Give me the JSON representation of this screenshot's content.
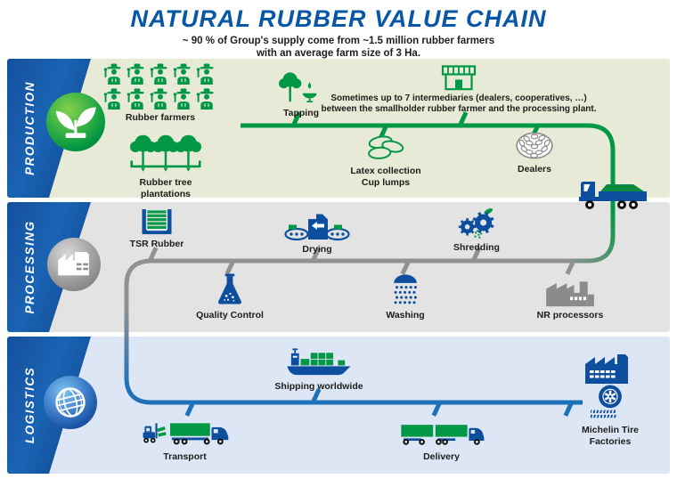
{
  "header": {
    "title": "NATURAL RUBBER VALUE CHAIN",
    "subtitle_line1": "~ 90 % of Group's supply come from ~1.5 million rubber farmers",
    "subtitle_line2": "with an average farm size of 3 Ha."
  },
  "bands": {
    "production": {
      "label": "PRODUCTION"
    },
    "processing": {
      "label": "PROCESSING"
    },
    "logistics": {
      "label": "LOGISTICS"
    }
  },
  "production": {
    "rubber_farmers": "Rubber farmers",
    "plantations_line1": "Rubber tree",
    "plantations_line2": "plantations",
    "tapping": "Tapping",
    "intermediaries_pre": "Sometimes up to ",
    "intermediaries_bold": "7 intermediaries",
    "intermediaries_post": " (dealers, cooperatives, …)",
    "intermediaries_line2": "between the smallholder rubber farmer and the processing plant.",
    "latex_line1": "Latex collection",
    "latex_line2": "Cup lumps",
    "dealers": "Dealers"
  },
  "processing": {
    "tsr": "TSR Rubber",
    "drying": "Drying",
    "shredding": "Shredding",
    "quality": "Quality Control",
    "washing": "Washing",
    "nr": "NR processors"
  },
  "logistics": {
    "shipping": "Shipping worldwide",
    "transport": "Transport",
    "delivery": "Delivery",
    "michelin_line1": "Michelin Tire",
    "michelin_line2": "Factories"
  },
  "icons": {
    "production_sphere": "plant-sprout",
    "processing_sphere": "factory",
    "logistics_sphere": "globe",
    "rubber_farmers": "farmer-pictogram-grid",
    "plantations": "tree-row",
    "tapping": "tree-with-latex-drop-and-cup",
    "intermediaries": "shop-storefront",
    "latex": "cup-lumps",
    "dealers": "rubber-coil-ball",
    "collection_truck": "dump-truck-with-green-load",
    "tsr": "rubber-bale-pallet",
    "drying": "conveyor-oven",
    "shredding": "gears-with-leaf",
    "quality": "lab-flask",
    "washing": "shower-head",
    "nr": "factory-silhouette",
    "shipping": "container-ship",
    "transport": "forklift-and-truck",
    "delivery": "double-trailer-truck",
    "michelin": "tire-factory-and-tire"
  },
  "colors": {
    "title_blue": "#0857a6",
    "sidebar_blue": "#0d4187",
    "green": "#009845",
    "line_green": "#009845",
    "line_gray": "#8f9193",
    "line_blue": "#1d71b8",
    "production_bg": "#e7ead6",
    "processing_bg": "#e3e3e3",
    "logistics_bg": "#dce6f5",
    "icon_blue": "#0d4f9e",
    "icon_gray": "#8b8b8b",
    "text_dark": "#1d1d1b"
  }
}
